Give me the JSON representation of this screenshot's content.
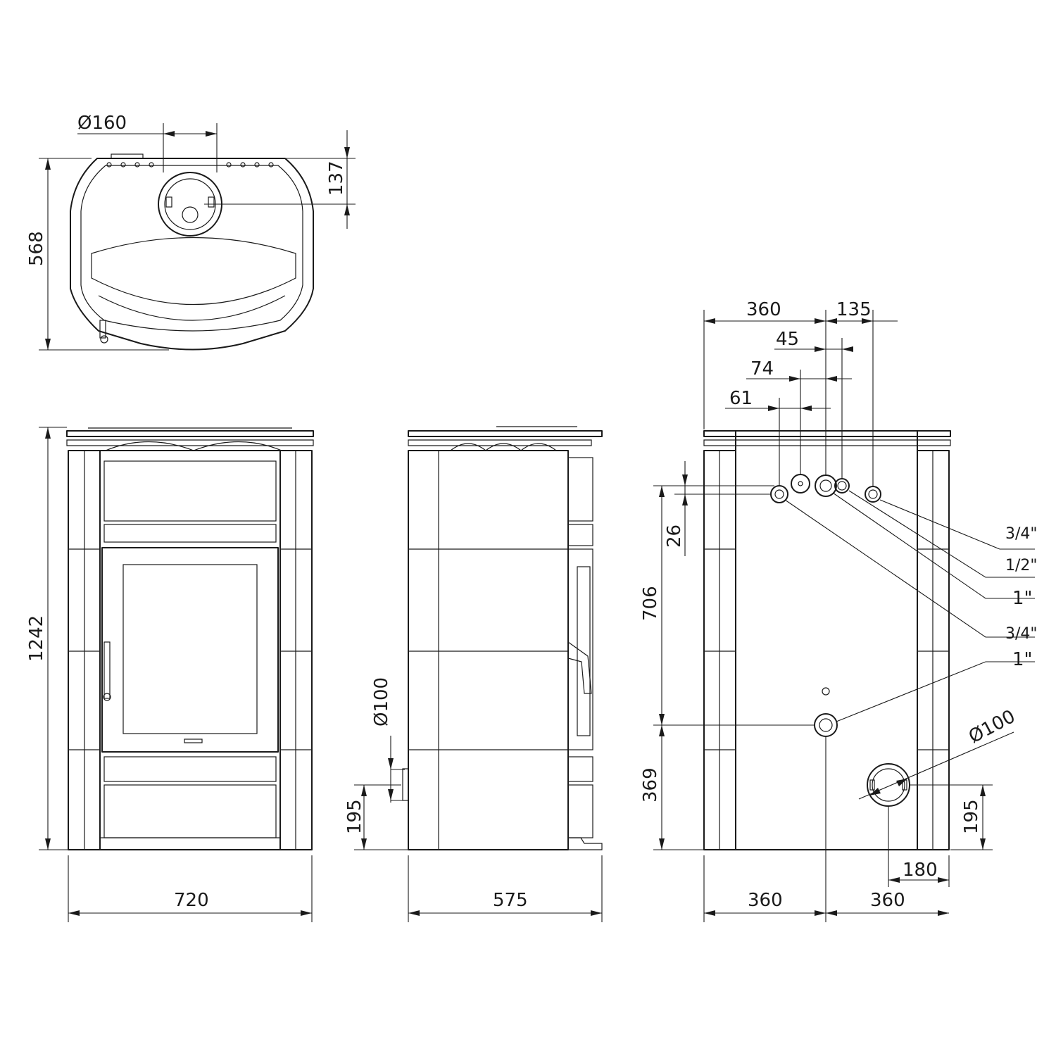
{
  "drawing": {
    "top_view": {
      "diameter_label": "Ø160",
      "depth_label": "568",
      "flue_offset_label": "137"
    },
    "front_view": {
      "height_label": "1242",
      "width_label": "720"
    },
    "side_view": {
      "depth_label": "575",
      "duct_diameter_label": "Ø100",
      "duct_height_label": "195"
    },
    "rear_view": {
      "top_dims": [
        "360",
        "135",
        "45",
        "74",
        "61"
      ],
      "vertical_dims": [
        "26",
        "706",
        "369"
      ],
      "right_dims": {
        "height": "195",
        "offset": "180"
      },
      "bottom_dims": [
        "360",
        "360"
      ],
      "duct_diameter_label": "Ø100",
      "connections": [
        "3/4\"",
        "1/2\"",
        "1\"",
        "3/4\"",
        "1\""
      ]
    }
  }
}
